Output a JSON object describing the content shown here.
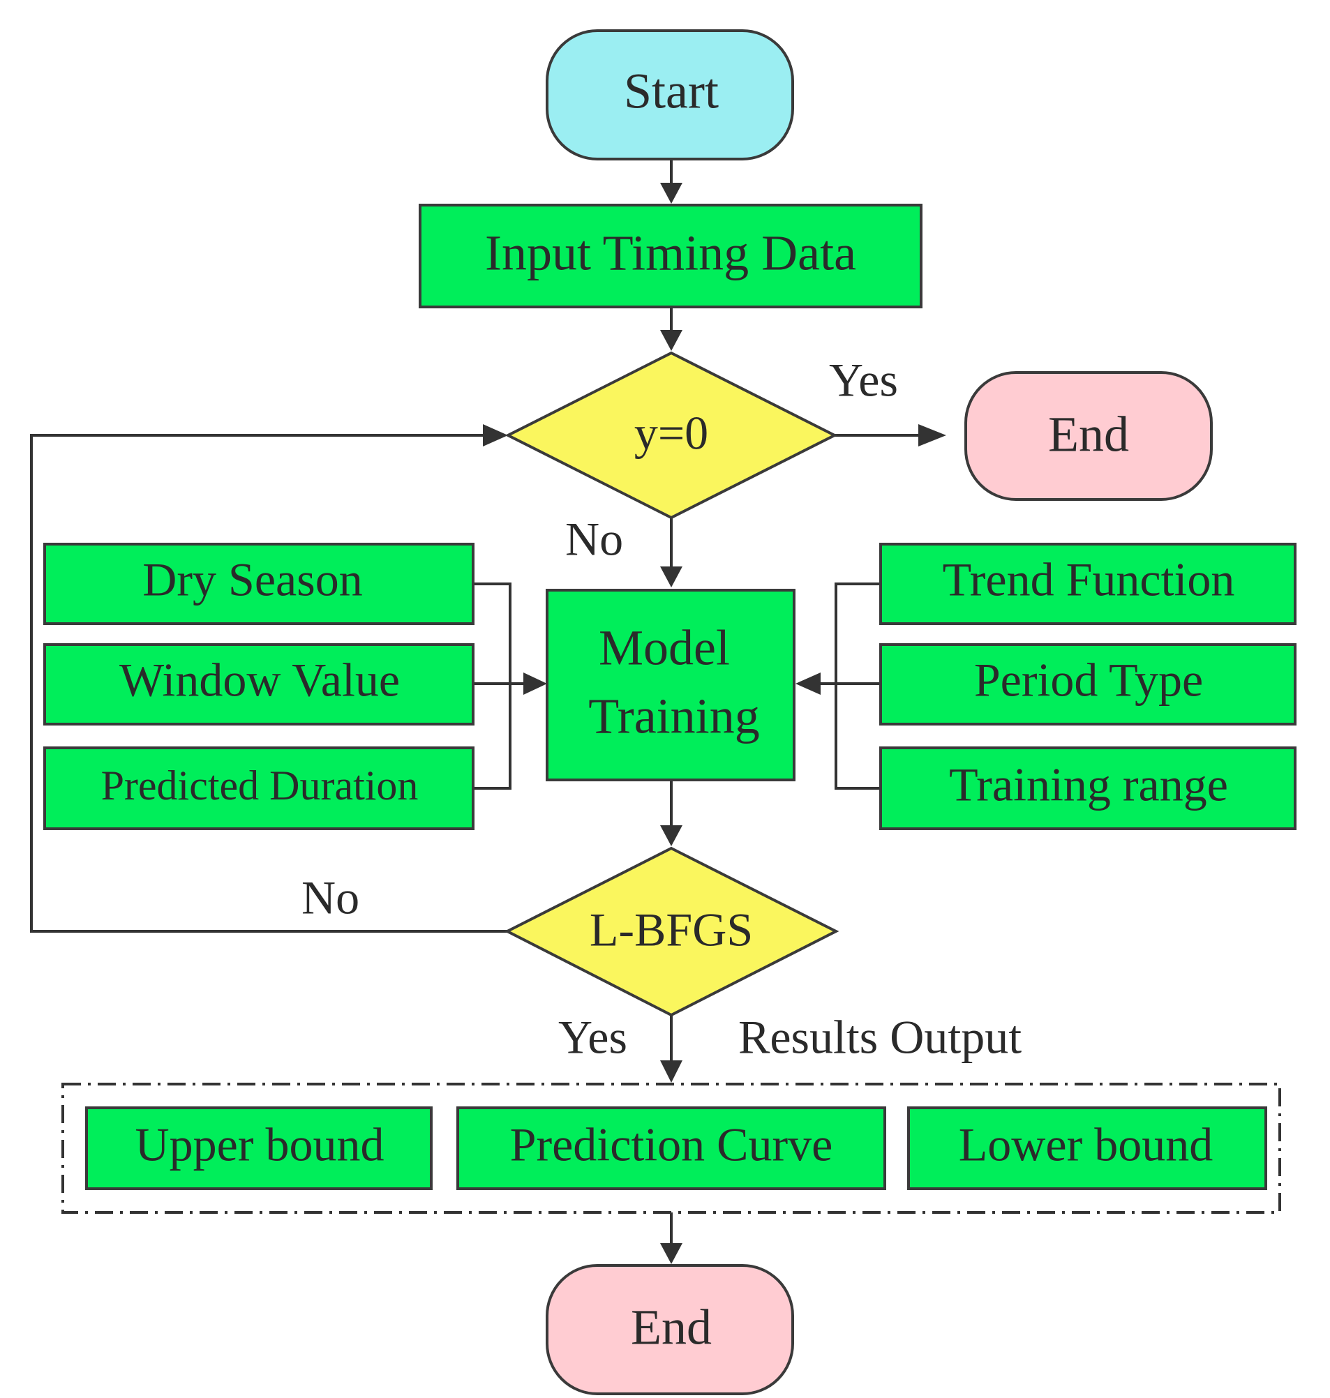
{
  "diagram": {
    "colors": {
      "start_fill": "#9beef2",
      "end_fill": "#ffccd2",
      "process_fill": "#00ee5a",
      "decision_fill": "#faf65e"
    },
    "nodes": {
      "start": "Start",
      "input": "Input Timing Data",
      "decision1": "y=0",
      "end_top": "End",
      "dry_season": "Dry Season",
      "window_value": "Window Value",
      "predicted_duration": "Predicted Duration",
      "model_training_line1": "Model",
      "model_training_line2": "Training",
      "trend_function": "Trend Function",
      "period_type": "Period Type",
      "training_range": "Training range",
      "decision2": "L-BFGS",
      "upper_bound": "Upper bound",
      "prediction_curve": "Prediction Curve",
      "lower_bound": "Lower bound",
      "end_bottom": "End"
    },
    "edge_labels": {
      "d1_yes": "Yes",
      "d1_no": "No",
      "d2_no": "No",
      "d2_yes": "Yes"
    },
    "group_label": "Results Output"
  }
}
